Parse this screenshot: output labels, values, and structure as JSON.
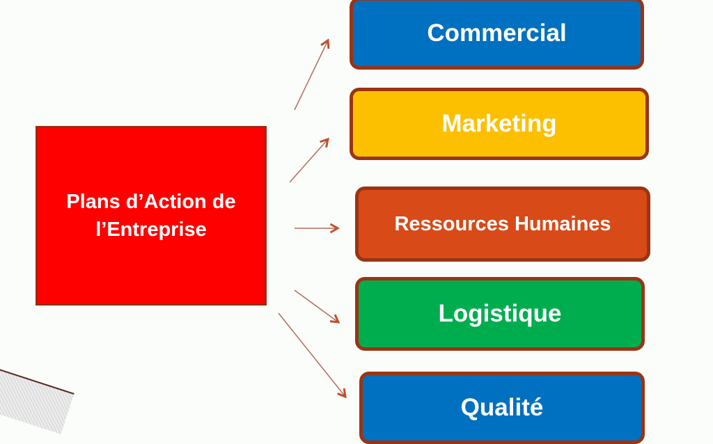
{
  "source": {
    "label": "Plans d’Action de l’Entreprise",
    "line1": "Plans d’Action de",
    "line2": "l’Entreprise",
    "color": "#ff0000"
  },
  "targets": [
    {
      "label": "Commercial",
      "color": "#0070c0"
    },
    {
      "label": "Marketing",
      "color": "#fcc000"
    },
    {
      "label": "Ressources Humaines",
      "color": "#d84a17"
    },
    {
      "label": "Logistique",
      "color": "#00ad4e"
    },
    {
      "label": "Qualité",
      "color": "#0070c0"
    }
  ],
  "arrow_color": "#c0502a",
  "border_color": "#9a3414"
}
